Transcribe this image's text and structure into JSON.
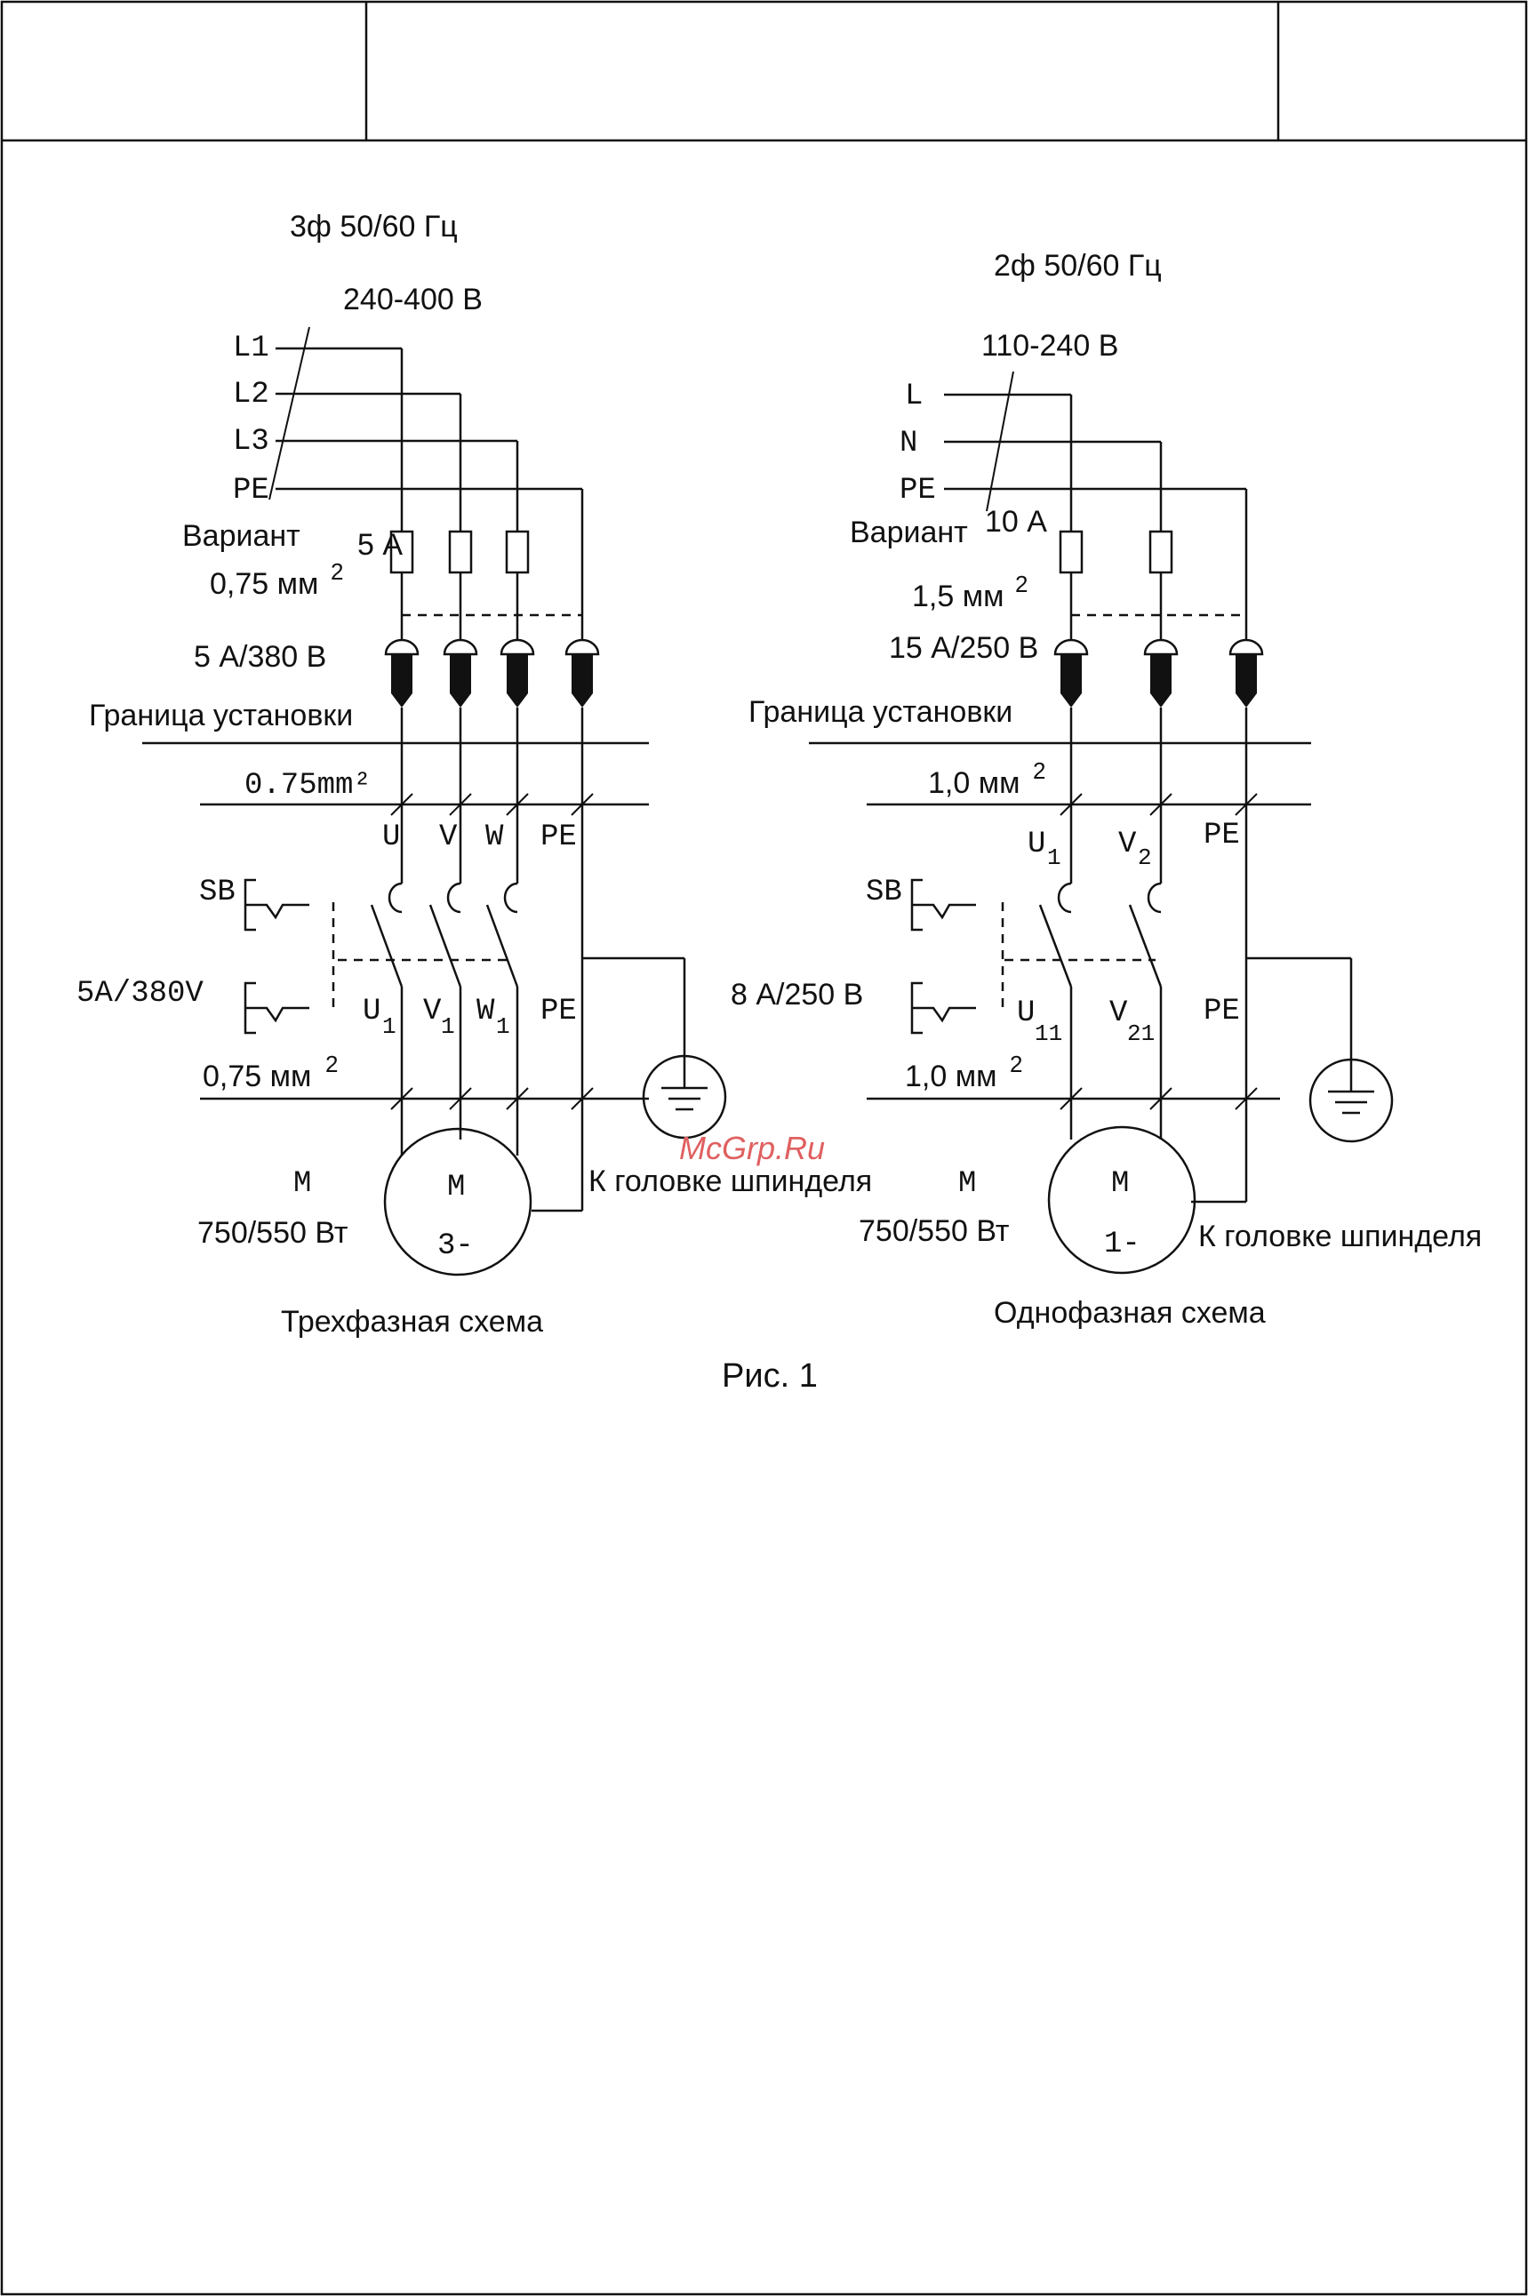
{
  "three_phase": {
    "supply": "3ф 50/60 Гц",
    "voltage": "240-400 В",
    "lines": [
      "L1",
      "L2",
      "L3",
      "PE"
    ],
    "variant": "Вариант",
    "fuse": "5 А",
    "wire_size": "0,75 мм",
    "wire_size_sup": "2",
    "plug": "5 А/380 В",
    "boundary": "Граница установки",
    "cable_top": "0.75mm²",
    "terminals": [
      "U",
      "V",
      "W",
      "PE"
    ],
    "switch": "SB",
    "switch_rating": "5A/380V",
    "out_terminals": [
      "U",
      "V",
      "W",
      "PE"
    ],
    "out_sub": "1",
    "cable_bottom": "0,75 мм",
    "cable_bottom_sup": "2",
    "motor_letter": "M",
    "motor_power": "750/550 Вт",
    "motor_symbol": "M",
    "motor_phase": "3-",
    "spindle": "К головке шпинделя",
    "caption": "Трехфазная схема"
  },
  "single_phase": {
    "supply": "2ф 50/60 Гц",
    "voltage": "110-240 В",
    "lines": [
      "L",
      "N",
      "PE"
    ],
    "variant": "Вариант",
    "fuse": "10 А",
    "wire_size": "1,5 мм",
    "wire_size_sup": "2",
    "plug": "15 А/250 В",
    "boundary": "Граница установки",
    "cable_top": "1,0 мм",
    "cable_top_sup": "2",
    "terminals": [
      "U",
      "V",
      "PE"
    ],
    "terminal_subs": [
      "1",
      "2"
    ],
    "switch": "SB",
    "switch_rating": "8 А/250 В",
    "out_terminals": [
      "U",
      "V",
      "PE"
    ],
    "out_subs": [
      "11",
      "21"
    ],
    "cable_bottom": "1,0 мм",
    "cable_bottom_sup": "2",
    "motor_letter": "M",
    "motor_power": "750/550 Вт",
    "motor_symbol": "M",
    "motor_phase": "1-",
    "spindle": "К головке шпинделя",
    "caption": "Однофазная схема"
  },
  "figure_caption": "Рис. 1",
  "watermark": "McGrp.Ru"
}
